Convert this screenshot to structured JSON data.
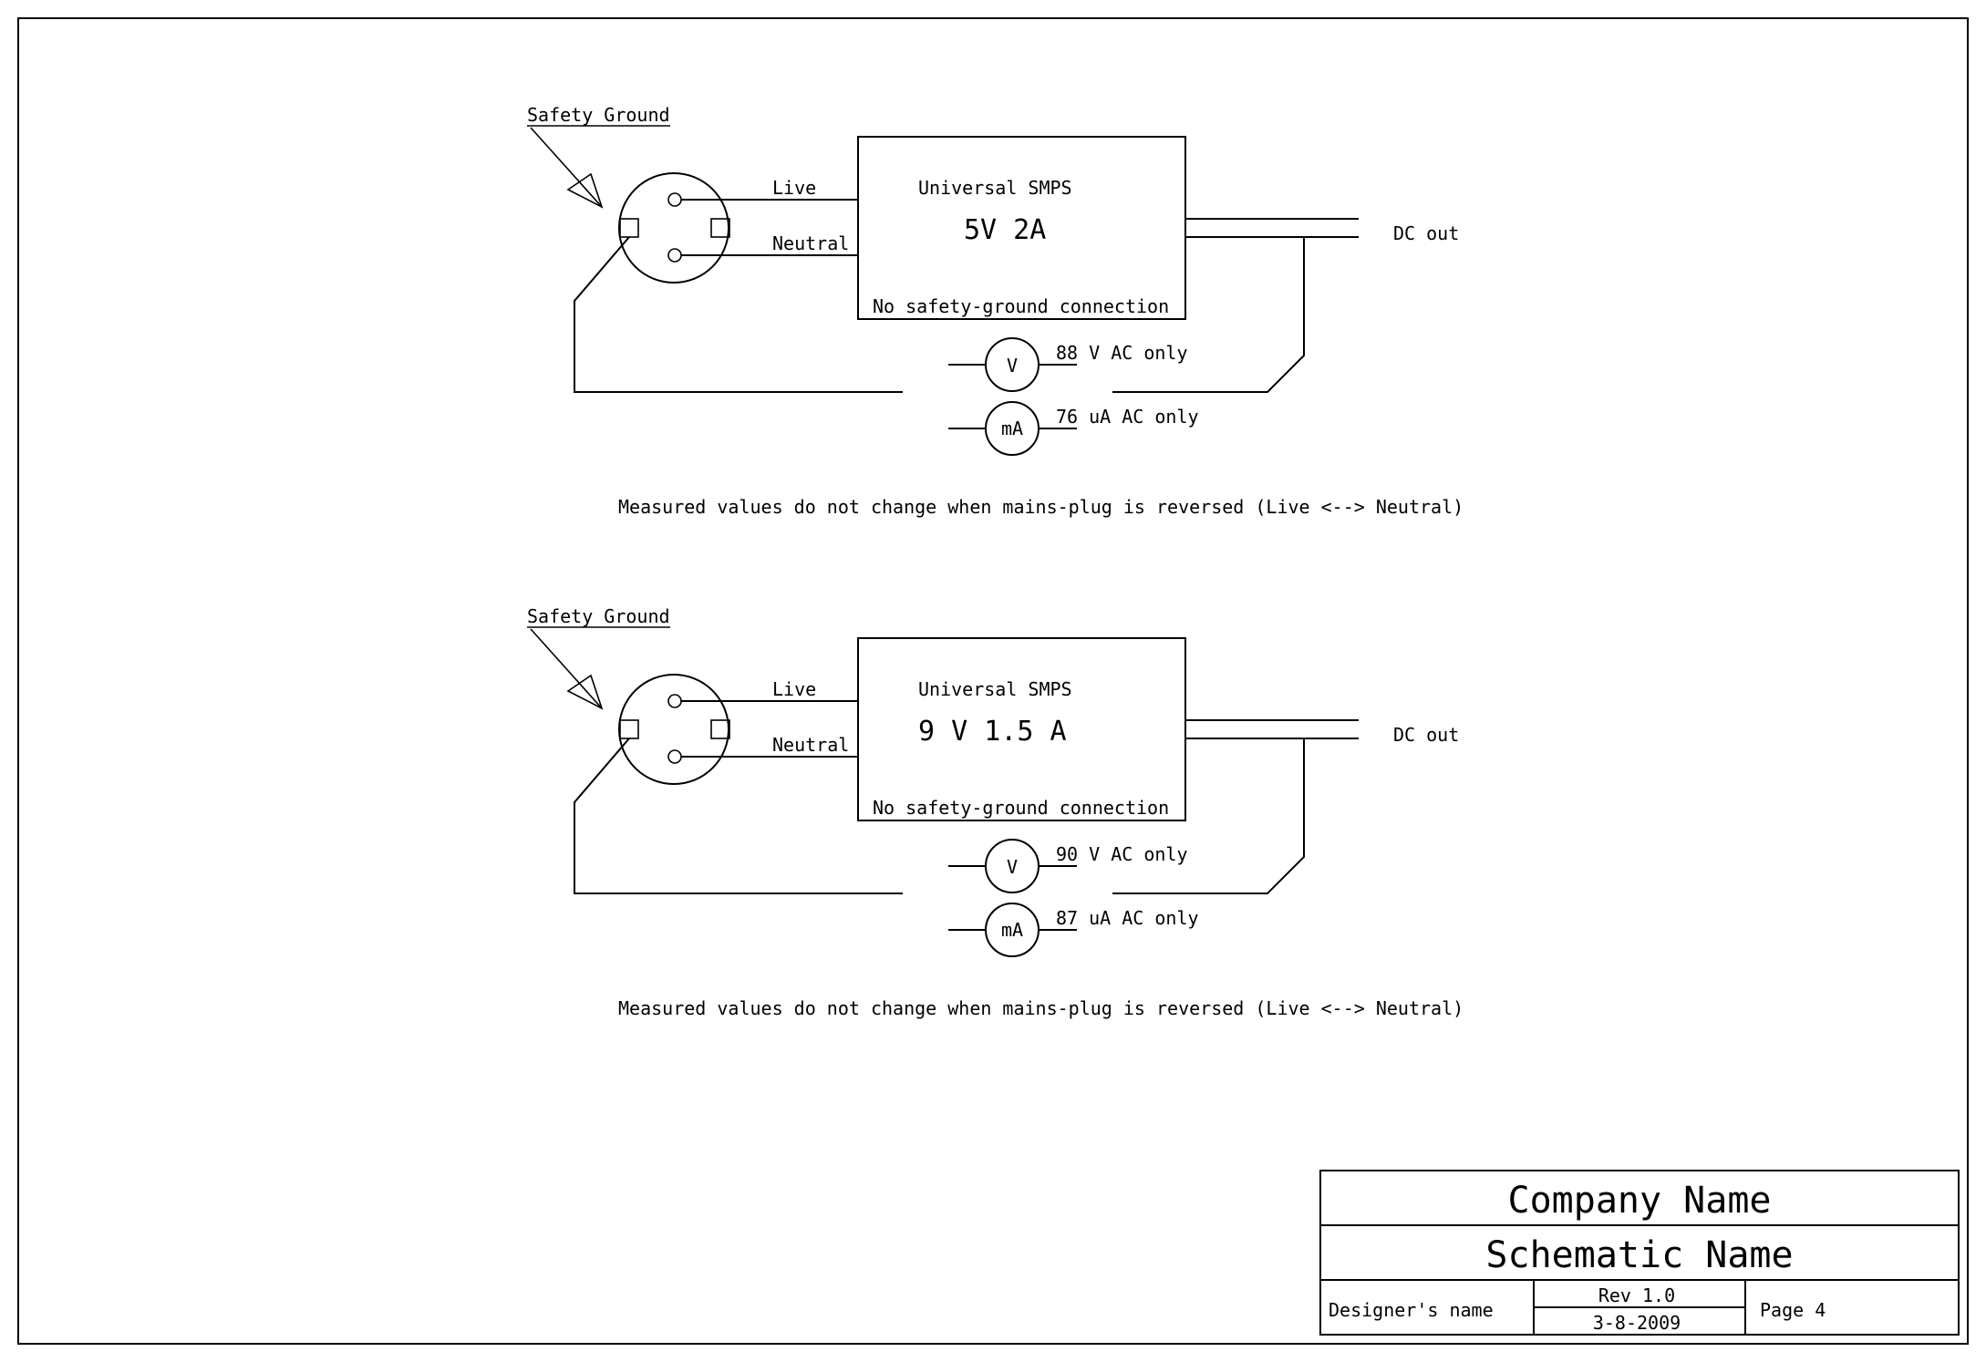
{
  "circuits": [
    {
      "safety_ground_label": "Safety Ground",
      "live_label": "Live",
      "neutral_label": "Neutral",
      "smps_title": "Universal SMPS",
      "smps_rating": "5V 2A",
      "smps_note": "No safety-ground connection",
      "dc_out_label": "DC out",
      "voltmeter_symbol": "V",
      "voltage_reading": "88 V AC only",
      "ammeter_symbol": "mA",
      "current_reading": "76 uA AC only",
      "note": "Measured values do not change when mains-plug is reversed (Live <--> Neutral)"
    },
    {
      "safety_ground_label": "Safety Ground",
      "live_label": "Live",
      "neutral_label": "Neutral",
      "smps_title": "Universal SMPS",
      "smps_rating": "9 V 1.5 A",
      "smps_note": "No safety-ground connection",
      "dc_out_label": "DC out",
      "voltmeter_symbol": "V",
      "voltage_reading": "90 V AC only",
      "ammeter_symbol": "mA",
      "current_reading": "87 uA AC only",
      "note": "Measured values do not change when mains-plug is reversed (Live <--> Neutral)"
    }
  ],
  "title_block": {
    "company_name": "Company Name",
    "schematic_name": "Schematic Name",
    "designer": "Designer's name",
    "revision": "Rev 1.0",
    "date": "3-8-2009",
    "page": "Page 4"
  }
}
